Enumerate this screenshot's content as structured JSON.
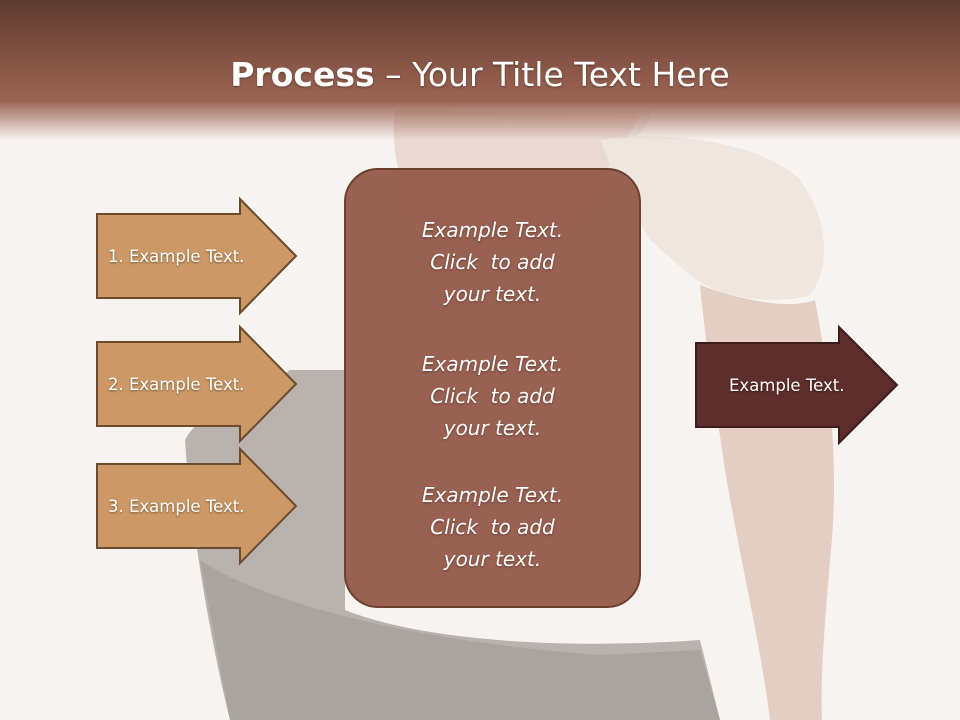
{
  "slide": {
    "title_strong": "Process",
    "title_rest": " – Your Title Text Here"
  },
  "left_arrows": [
    {
      "label": "1. Example Text."
    },
    {
      "label": "2. Example Text."
    },
    {
      "label": "3. Example Text."
    }
  ],
  "center_box": {
    "blocks": [
      {
        "line1": "Example Text.",
        "line2": "Click  to add",
        "line3": "your text."
      },
      {
        "line1": "Example Text.",
        "line2": "Click  to add",
        "line3": "your text."
      },
      {
        "line1": "Example Text.",
        "line2": "Click  to add",
        "line3": "your text."
      }
    ]
  },
  "right_arrow": {
    "label": "Example Text."
  },
  "colors": {
    "title_bar": "#875546",
    "left_arrow_fill": "#cc9966",
    "left_arrow_border": "#6b4a2e",
    "center_box_fill": "#965c4c",
    "right_arrow_fill": "#5e2e2c"
  }
}
